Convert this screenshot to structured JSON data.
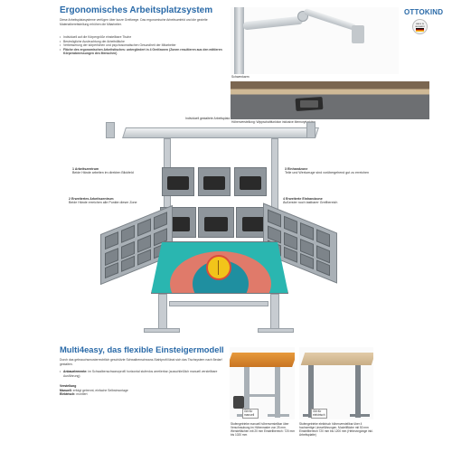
{
  "header": {
    "title": "Ergonomisches Arbeitsplatzsystem",
    "brand": "OTTOKIND",
    "seal": "MADE IN GERMANY",
    "intro": "Diese Arbeitsplatzsysteme verfügen über kurze Greifwege. Das ergonomische Arbeitsumfeld und die gezielte Materialbereitstellung erhöhen die Mitarbeiter.",
    "bullets": [
      "Individuell auf die Körpergröße einstellbare Tische",
      "Bestmögliche Ausleuchtung der Arbeitsfläche",
      "Verbesserung der körperlichen und psychosomatischen Gesundheit der Mitarbeiter",
      "Fläche des ergonomischen Arbeitstisches: untergliedert in 4 Greifzonen (Zonen resultieren aus den mittleren Körperabmessungen des Menschen)"
    ]
  },
  "photos": {
    "monitor_caption": "Schwenkarm",
    "drawer_caption": "Höhenverstellung: Wippschaltfunktion inklusive Memoryfunktion"
  },
  "diagram": {
    "top_label": "Individuell gestaltete Arbeitsplatz",
    "zone1_title": "1 Arbeitszentrum",
    "zone1_text": "Beide Hände arbeiten im direkten Blickfeld",
    "zone2_title": "2 Erweitertes Arbeitszentrum",
    "zone2_text": "Beide Hände erreichen alle Punkte dieser Zone",
    "zone3_title": "3 Einhandzone",
    "zone3_text": "Teile und Werkzeuge sind vorübergehend gut zu erreichen",
    "zone4_title": "4 Erweiterte Einhandzone",
    "zone4_text": "Äußerster noch tastbarer Greifbereich"
  },
  "section2": {
    "title": "Multi4easy, das flexible Einsteigermodell",
    "intro": "Durch das gebrauchsmusterrechtlich geschützte Schwalbenschwanz-Stahlprofil lässt sich das Tischsystem nach Bedarf gestalten.",
    "bullet_label": "Anbauelemente:",
    "bullet_text": "im Schwalbenschwanzprofil horizontal stufenlos arretierbar (ausschließlich manuell verstellbare Ausführung)",
    "verstellung_label": "Verstellung",
    "manuell_label": "Manuell:",
    "manuell_text": "erfolgt getrennt, einfache Selbstmontage",
    "elektrisch_label": "Elektrisch:",
    "elektrisch_text": "montiert"
  },
  "products": {
    "left_badge": "Gilt für manuell",
    "right_badge": "Gilt für elektrisch",
    "left_caption": "Stufengetriebe manuell höhenverstellbar über Verschraubung im Höhenraster von 25 mm. Wendeflächen mit 20 mm Einstellbereich: 720 mm bis 1020 mm",
    "right_caption": "Stufengetriebe elektrisch höhenverstellbar über 4 hochwertige Linearführungen. Modellfläche mit 50 mm Einstellbereich 720 mm bis 1200 mm (Hebevorgänge inkl. Arbeitsplatte)"
  },
  "colors": {
    "heading_blue": "#2a6aa8",
    "brand_blue": "#2a6aa8",
    "tabletop_orange": "#d98a2e",
    "tabletop_wood": "#d9c2a0",
    "zone_teal": "#2ab6b0",
    "zone_salmon": "#e07a6a",
    "zone_yellow": "#f2c41a"
  }
}
